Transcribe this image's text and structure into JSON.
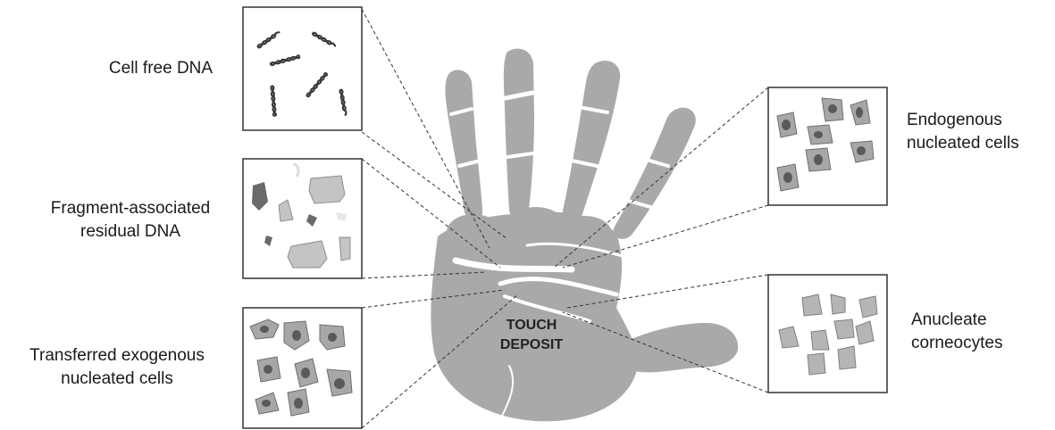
{
  "labels": {
    "cell_free_dna": "Cell free DNA",
    "fragment_line1": "Fragment-associated",
    "fragment_line2": "residual DNA",
    "transferred_line1": "Transferred exogenous",
    "transferred_line2": "nucleated cells",
    "endogenous_line1": "Endogenous",
    "endogenous_line2": "nucleated cells",
    "anucleate_line1": "Anucleate",
    "anucleate_line2": "corneocytes"
  },
  "center": {
    "line1": "TOUCH",
    "line2": "DEPOSIT"
  },
  "colors": {
    "hand": "#a9a9a9",
    "cell_fill": "#a7a7a7",
    "cell_nucleus": "#5a5a5a",
    "fragment_light": "#c4c4c4",
    "fragment_dark": "#6a6a6a",
    "box_border": "#333333",
    "dna": "#3a3a3a"
  }
}
